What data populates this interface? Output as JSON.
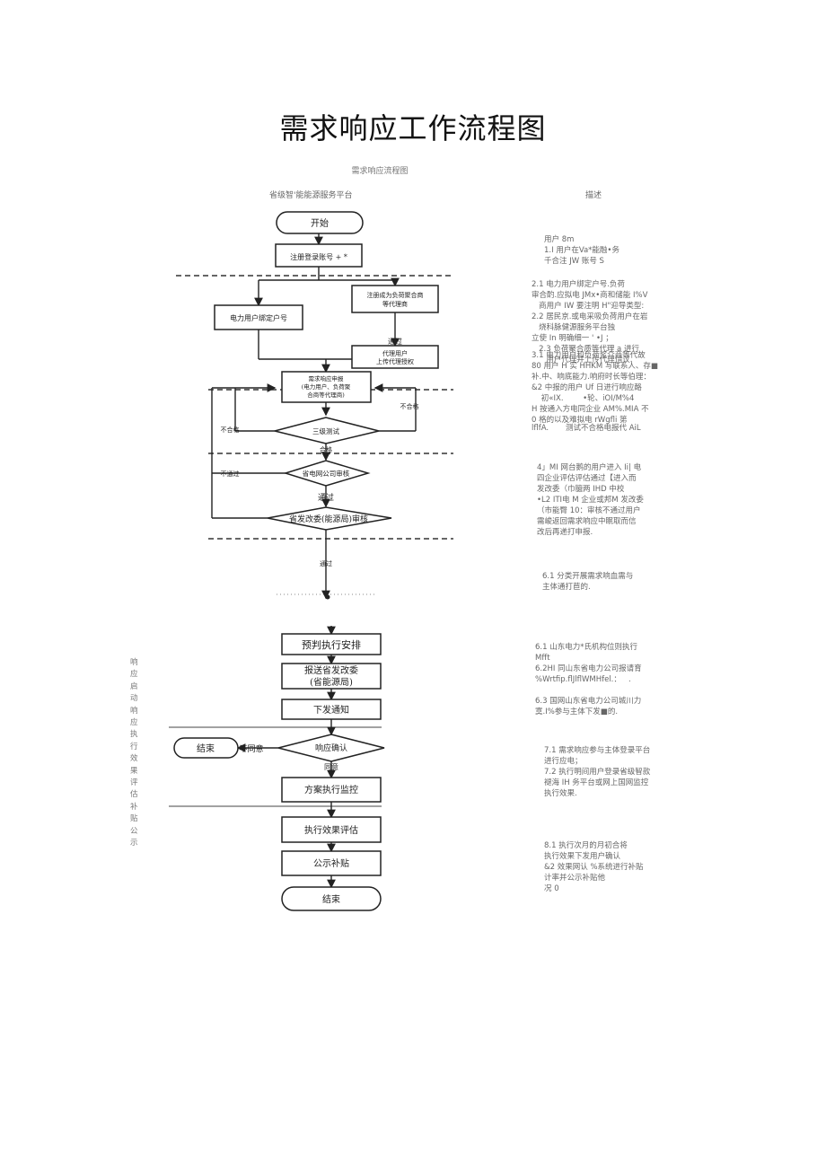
{
  "title": "需求响应工作流程图",
  "subtitle": "需求响应流程图",
  "columns": {
    "left": "省级智'能能源服务平台",
    "right": "描述"
  },
  "side_label": "响应启动响应执行效果评估补贴公示",
  "flow": {
    "start": "开始",
    "register": "注册登录账号  +  *",
    "agent_reg": "注册成为负荷聚合商\n等代理商",
    "bind_account": "电力用户绑定户号",
    "pass_small": "通过",
    "agent_review": "代理用户\n上传代理授权",
    "declare": "需求响应申报\n(电力用户、负荷聚\n合商等代理商)",
    "fail": "不合格",
    "fail_left": "不合格",
    "not_pass": "不通过",
    "pass": "通过",
    "three_level": "三级测试",
    "qualified": "合格",
    "grid_review": "省电网公司审核",
    "dev_review": "省发改委(能源局)审核",
    "through": "通过",
    "plan": "预判执行安排",
    "report": "报送省发改委\n(省能源局)",
    "issue": "下发通知",
    "confirm": "响应确认",
    "disagree": "不同意",
    "agree": "同意",
    "end1": "结束",
    "monitor": "方案执行监控",
    "evaluate": "执行效果评估",
    "subsidy": "公示补贴",
    "end2": "结束"
  },
  "descriptions": [
    "用户 8m\n1.I 用户在Va*能融•务\n千合注 JW 账号 S",
    "2.1 电力用户绑定户号.负荷\n审合酌.应拟电 JMx•商和储能 I%V\n   商用户 IW 要注明 H\"迎导类型:\n2.2 居民京.或电采吸负荷用户在岩\n   烧科脉健源服务平台独\n立使 In 明确细一 ' •J ；\n   2.3 负荷聚合质等代理 a 进行\n      用户代理并上传代理惜议.",
    "3.1 电力用户和负荷浆介商等代故\n80 用户 H 实 HHKM 写联系人、存■\n补.中、响底能力.响府时长等伯理：\n&2 中报的用户 Uf 日进行响应酪\n    初«IX.        •轮、iOI/M%4\nH 按通入方电同企业 AM%.MIA 不\n0 格的以及难拟电 rWgfli 第",
    "lflfA.       测试不合格电报代 AiL",
    "4」MI 网台鹅的用户进入 Ii| 电\n四企业评估评估通过【进入而\n发改委（巾臆两 IHD 中校\n•L2 ITI电 M 企业或邦M 发改委\n（市能臀 10：审核不通过用户\n需峻返回需求响应中眠取而信\n改后再递打申报.",
    "6.1 分类开展需求响血需与\n主体通打苣的.",
    "6.1 山东电力*氏机构位则执行\nMfft",
    "6.2HI 同山东省电力公司报请育\n%Wrtfip.flJlflWMHfel.：   .",
    "6.3 国网山东省电力公司城川力\n寞.I%参与主体下发■的.",
    "7.1 需求响应参与主体登录平台\n进行应电；\n7.2 执行明间用户登录省级智款\n褪海 IH 务平台或网上国网监控\n执行效果.",
    "8.1 执行次月的月初合将\n执行效果下发用户确认\n&2 效果网认 %系统进行补贴\n计率并公示补贴他\n况 0"
  ]
}
